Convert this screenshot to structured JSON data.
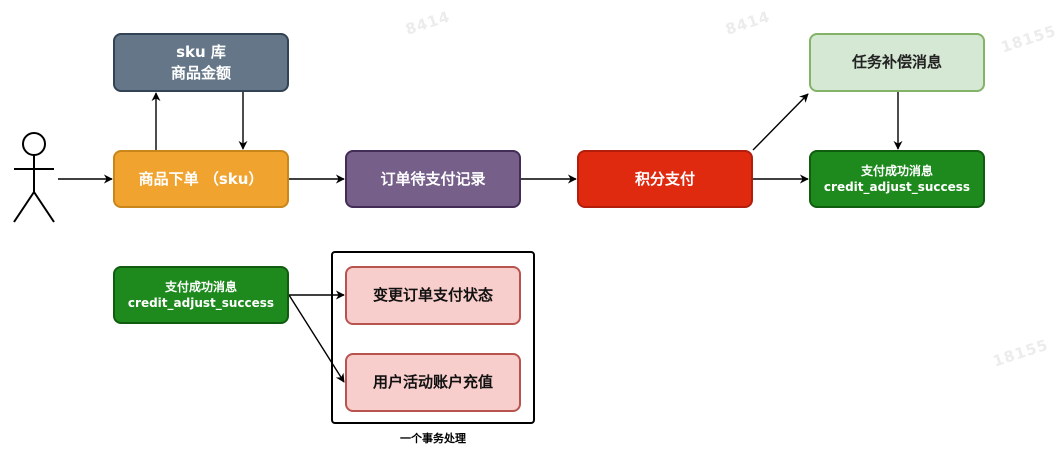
{
  "watermarks": [
    "8414",
    "8414",
    "18155",
    "18155"
  ],
  "nodes": {
    "sku_store": {
      "line1": "sku 库",
      "line2": "商品金额"
    },
    "place_order": {
      "label": "商品下单 （sku）"
    },
    "pending_record": {
      "label": "订单待支付记录"
    },
    "points_pay": {
      "label": "积分支付"
    },
    "task_compensation": {
      "label": "任务补偿消息"
    },
    "pay_success_top": {
      "line1": "支付成功消息",
      "line2": "credit_adjust_success"
    },
    "pay_success_bottom": {
      "line1": "支付成功消息",
      "line2": "credit_adjust_success"
    },
    "change_status": {
      "label": "变更订单支付状态"
    },
    "recharge": {
      "label": "用户活动账户充值"
    }
  },
  "transaction_label": "一个事务处理",
  "colors": {
    "sku_store": "#647687",
    "place_order": "#f0a32e",
    "pending_record": "#76608a",
    "points_pay": "#e02a10",
    "task_compensation": "#d5e8d4",
    "pay_success": "#1e8a1e",
    "transaction_item": "#f8cecc"
  }
}
